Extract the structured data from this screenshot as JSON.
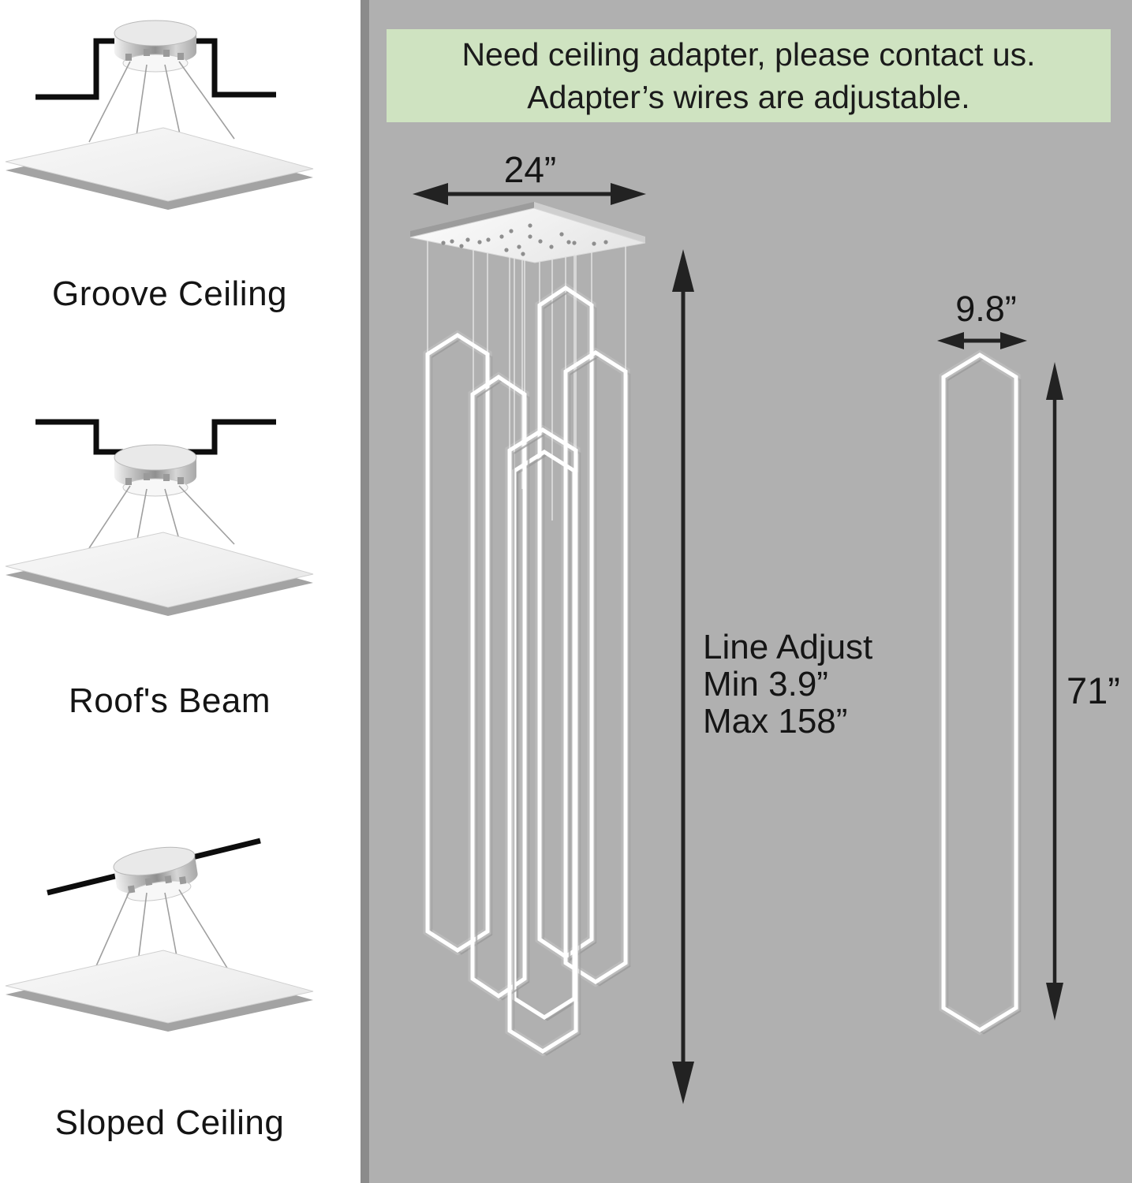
{
  "colors": {
    "left_bg": "#ffffff",
    "right_bg": "#b0b0b0",
    "divider": "#8b8b8b",
    "banner_bg": "#cfe3c1",
    "arrow": "#222222",
    "ring": "#ffffff"
  },
  "banner": {
    "line1": "Need ceiling adapter, please contact us.",
    "line2": "Adapter’s wires are adjustable."
  },
  "mount_options": [
    {
      "label": "Groove Ceiling"
    },
    {
      "label": "Roof's Beam"
    },
    {
      "label": "Sloped Ceiling"
    }
  ],
  "dimensions": {
    "canopy_width": "24”",
    "line_adjust_line1": "Line Adjust",
    "line_adjust_line2": "Min 3.9”",
    "line_adjust_line3": "Max 158”",
    "pendant_width": "9.8”",
    "pendant_height": "71”"
  }
}
